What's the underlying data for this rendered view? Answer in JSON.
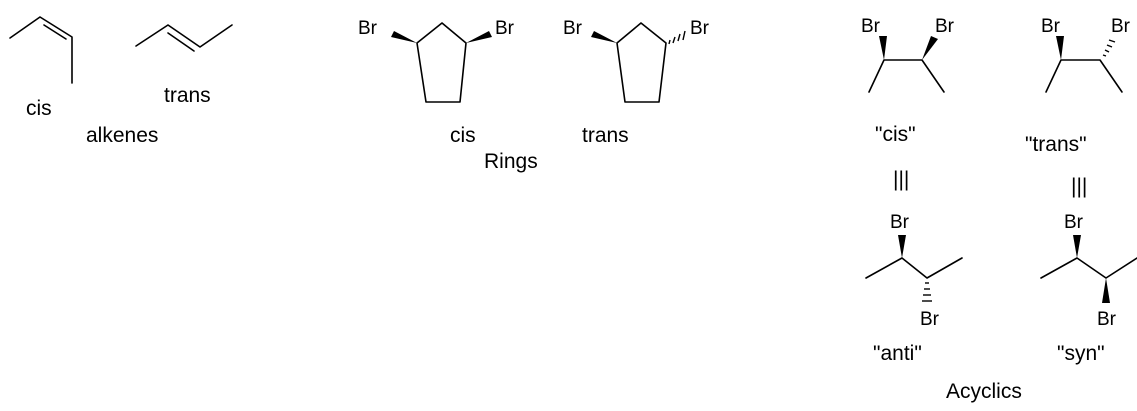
{
  "alkenes": {
    "cis_label": "cis",
    "trans_label": "trans",
    "group_label": "alkenes"
  },
  "rings": {
    "cis_label": "cis",
    "trans_label": "trans",
    "group_label": "Rings",
    "substituent": "Br"
  },
  "acyclics": {
    "cis_label": "\"cis\"",
    "trans_label": "\"trans\"",
    "anti_label": "\"anti\"",
    "syn_label": "\"syn\"",
    "group_label": "Acyclics",
    "substituent": "Br",
    "equivalence_symbol": "|||"
  }
}
